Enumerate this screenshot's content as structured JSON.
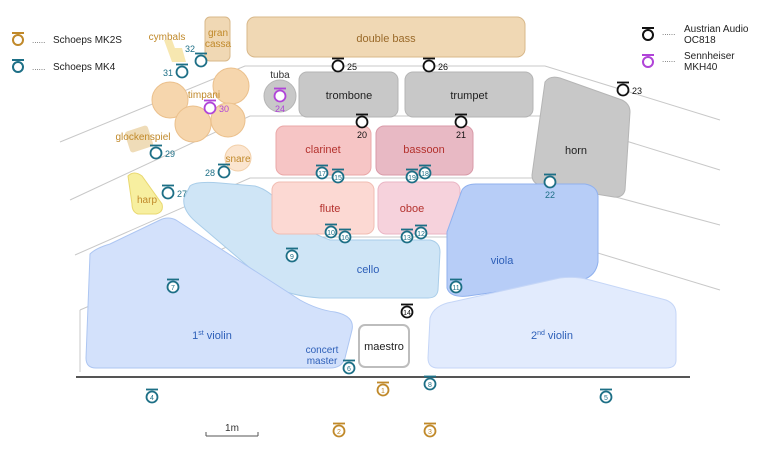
{
  "legend": {
    "left": [
      {
        "dots": "......",
        "label": "Schoeps MK2S",
        "color": "#c0892a"
      },
      {
        "dots": "......",
        "label": "Schoeps MK4",
        "color": "#1d6f86"
      }
    ],
    "right": [
      {
        "dots": "......",
        "label_line1": "Austrian Audio",
        "label_line2": "OC818",
        "color": "#111111"
      },
      {
        "dots": "......",
        "label_line1": "Sennheiser",
        "label_line2": "MKH40",
        "color": "#b044d8"
      }
    ]
  },
  "sections": {
    "double_bass": "double bass",
    "gran_cassa_1": "gran",
    "gran_cassa_2": "cassa",
    "cymbals": "cymbals",
    "tuba": "tuba",
    "timpani": "timpani",
    "trombone": "trombone",
    "trumpet": "trumpet",
    "horn": "horn",
    "glockenspiel": "glockenspiel",
    "snare": "snare",
    "clarinet": "clarinet",
    "bassoon": "bassoon",
    "harp": "harp",
    "flute": "flute",
    "oboe": "oboe",
    "cello": "cello",
    "viola": "viola",
    "first_violin_sup": "st",
    "first_violin_num": "1",
    "first_violin_word": "violin",
    "second_violin_num": "2",
    "second_violin_sup": "nd",
    "second_violin_word": "violin",
    "concert_master_1": "concert",
    "concert_master_2": "master",
    "maestro": "maestro"
  },
  "mic_labels": {
    "m1": "1",
    "m2": "2",
    "m3": "3",
    "m4": "4",
    "m5": "5",
    "m6": "6",
    "m7": "7",
    "m8": "8",
    "m9": "9",
    "m10": "10",
    "m11": "11",
    "m12": "12",
    "m13": "13",
    "m14": "14",
    "m15": "15",
    "m16": "16",
    "m17": "17",
    "m18": "18",
    "m19": "19",
    "m20": "20",
    "m21": "21",
    "m22": "22",
    "m23": "23",
    "m24": "24",
    "m25": "25",
    "m26": "26",
    "m27": "27",
    "m28": "28",
    "m29": "29",
    "m30": "30",
    "m31": "31",
    "m32": "32"
  },
  "scale": {
    "label": "1m"
  },
  "colors": {
    "mk2s": "#c0892a",
    "mk4": "#1d6f86",
    "oc818": "#111111",
    "mkh40": "#b044d8",
    "section_text_orange": "#c0892a",
    "section_text_red": "#b4322e",
    "section_text_blue": "#2d5fb8"
  }
}
